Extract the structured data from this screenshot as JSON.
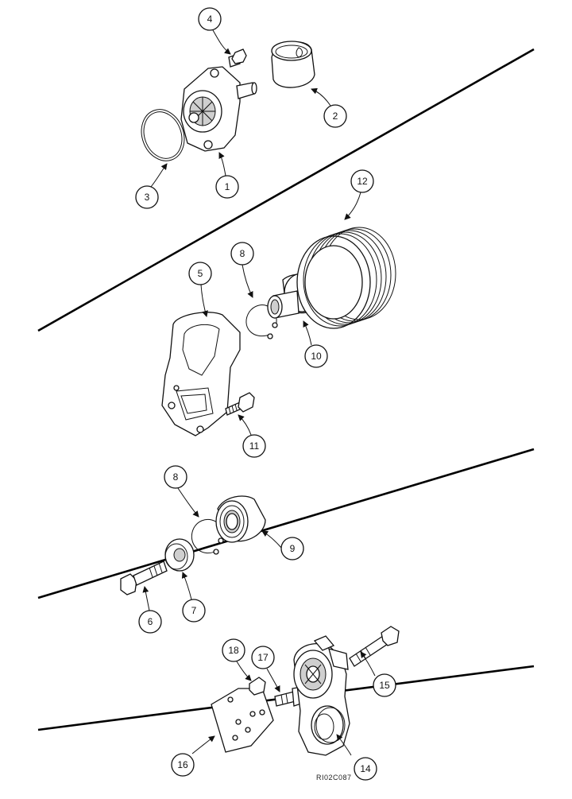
{
  "drawing": {
    "reference_code": "RI02C087",
    "callouts": [
      {
        "id": "callout-1",
        "label": "1"
      },
      {
        "id": "callout-2",
        "label": "2"
      },
      {
        "id": "callout-3",
        "label": "3"
      },
      {
        "id": "callout-4",
        "label": "4"
      },
      {
        "id": "callout-5",
        "label": "5"
      },
      {
        "id": "callout-8a",
        "label": "8"
      },
      {
        "id": "callout-12",
        "label": "12"
      },
      {
        "id": "callout-10",
        "label": "10"
      },
      {
        "id": "callout-11",
        "label": "11"
      },
      {
        "id": "callout-8b",
        "label": "8"
      },
      {
        "id": "callout-9",
        "label": "9"
      },
      {
        "id": "callout-6",
        "label": "6"
      },
      {
        "id": "callout-7",
        "label": "7"
      },
      {
        "id": "callout-18",
        "label": "18"
      },
      {
        "id": "callout-17",
        "label": "17"
      },
      {
        "id": "callout-15",
        "label": "15"
      },
      {
        "id": "callout-16",
        "label": "16"
      },
      {
        "id": "callout-14",
        "label": "14"
      }
    ]
  }
}
